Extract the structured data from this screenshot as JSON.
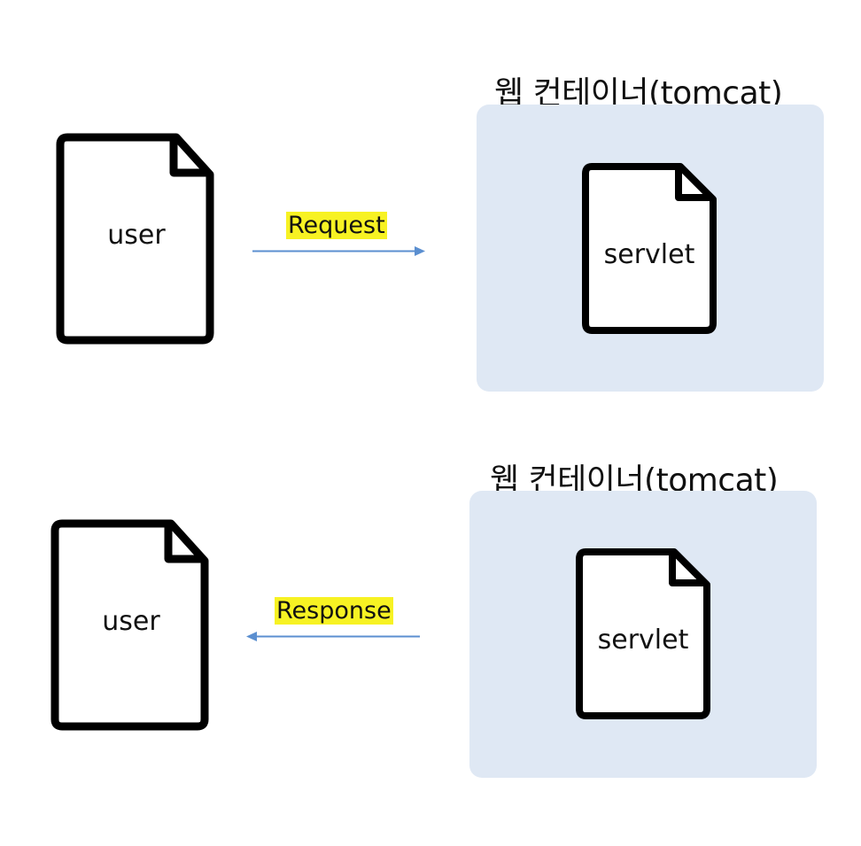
{
  "request_row": {
    "user_label": "user",
    "arrow_label": "Request",
    "container_title": "웹 컨테이너(tomcat)",
    "servlet_label": "servlet"
  },
  "response_row": {
    "user_label": "user",
    "arrow_label": "Response",
    "container_title": "웹 컨테이너(tomcat)",
    "servlet_label": "servlet"
  },
  "colors": {
    "container_fill": "#dfe8f4",
    "arrow": "#5b8fd0",
    "highlight": "#f7f223",
    "doc_stroke": "#000000"
  },
  "icons": {
    "user_doc": "document-icon",
    "servlet_doc": "document-icon",
    "request_arrow": "arrow-right-icon",
    "response_arrow": "arrow-left-icon"
  }
}
